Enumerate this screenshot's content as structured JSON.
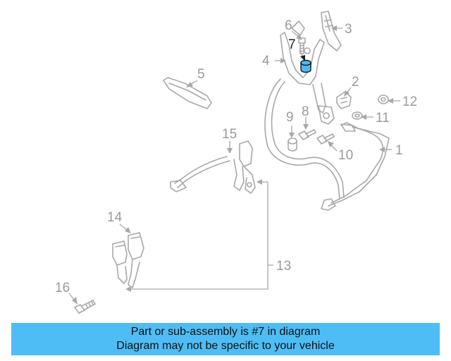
{
  "callouts": {
    "c1": "1",
    "c2": "2",
    "c3": "3",
    "c4": "4",
    "c5": "5",
    "c6": "6",
    "c7": "7",
    "c8": "8",
    "c9": "9",
    "c10": "10",
    "c11": "11",
    "c12": "12",
    "c13": "13",
    "c14": "14",
    "c15": "15",
    "c16": "16"
  },
  "highlighted_part": "7",
  "colors": {
    "banner": "#4fbdf5",
    "highlight": "#4fb8ee",
    "line": "#a8a8a8"
  },
  "banner": {
    "line1": "Part or sub-assembly is #7 in diagram",
    "line2": "Diagram may not be specific to your vehicle"
  }
}
